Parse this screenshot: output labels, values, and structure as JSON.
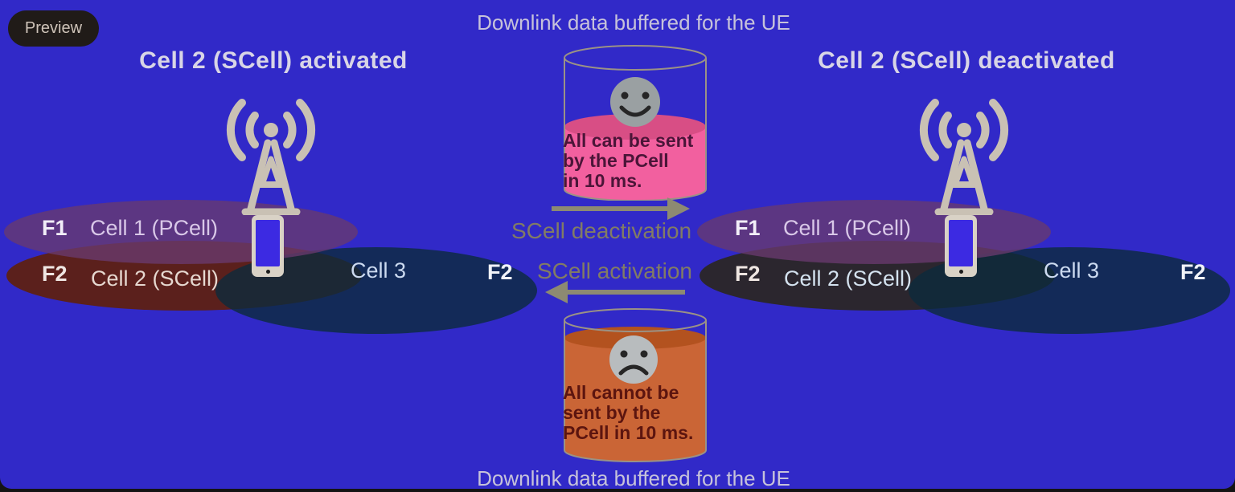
{
  "preview_badge": {
    "label": "Preview"
  },
  "captions": {
    "top": "Downlink data buffered for the UE",
    "bottom": "Downlink data buffered for the UE"
  },
  "panels": {
    "left": {
      "title": "Cell 2 (SCell) activated",
      "f1_label": "F1",
      "cell1_label": "Cell 1 (PCell)",
      "f2_label": "F2",
      "cell2_label": "Cell 2 (SCell)",
      "cell3_label": "Cell 3",
      "cell3_freq_label": "F2"
    },
    "right": {
      "title": "Cell 2 (SCell) deactivated",
      "f1_label": "F1",
      "cell1_label": "Cell 1 (PCell)",
      "f2_label": "F2",
      "cell2_label": "Cell 2 (SCell)",
      "cell3_label": "Cell 3",
      "cell3_freq_label": "F2"
    }
  },
  "center": {
    "deactivation_label": "SCell deactivation",
    "activation_label": "SCell activation",
    "top_buffer": {
      "mood": "happy",
      "line1": "All can be sent",
      "line2": "by the PCell",
      "line3": "in 10 ms.",
      "fill_color": "#f2609f"
    },
    "bottom_buffer": {
      "mood": "sad",
      "line1": "All cannot be",
      "line2": "sent by the",
      "line3": "PCell in 10 ms.",
      "fill_color": "#ca6536"
    }
  },
  "colors": {
    "background": "#3129c8",
    "pcell_ellipse": "#53376f",
    "scell_active_ellipse": "#5e2013",
    "scell_deactive_ellipse": "#2b2728",
    "cell3_ellipse": "#142a5c",
    "happy_buffer_fill": "#f2609f",
    "sad_buffer_fill": "#ca6536",
    "flow_text": "#827c64"
  }
}
